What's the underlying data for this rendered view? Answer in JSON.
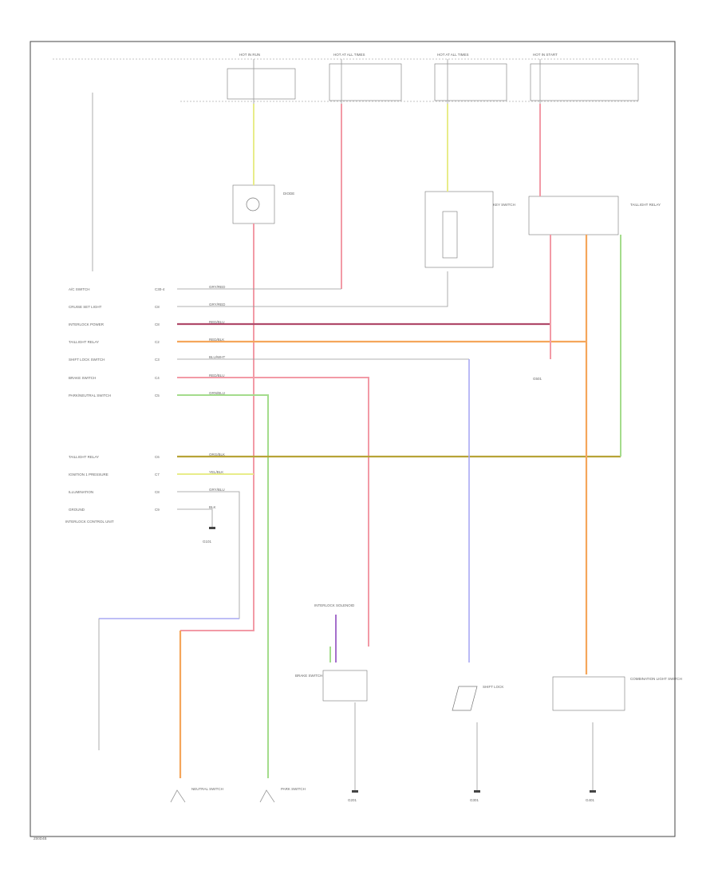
{
  "diagram": {
    "page_code": "Z00D4B",
    "fuse_labels": {
      "hot_in_run": "HOT IN RUN",
      "hot_at_all_times_1": "HOT AT ALL TIMES",
      "hot_at_all_times_2": "HOT AT ALL TIMES",
      "hot_in_start": "HOT IN START"
    },
    "left_pins": [
      {
        "name": "A/C SWITCH",
        "pin": "C30-4",
        "wire": "GRY/RED"
      },
      {
        "name": "CRUISE SET LIGHT",
        "pin": "C8",
        "wire": "GRY/RED"
      },
      {
        "name": "INTERLOCK POWER",
        "pin": "C8",
        "wire": "RED/BLU"
      },
      {
        "name": "TAILLIGHT RELAY",
        "pin": "C2",
        "wire": "RED/BLK"
      },
      {
        "name": "SHIFT LOCK SWITCH",
        "pin": "C3",
        "wire": "BLU/WHT"
      },
      {
        "name": "BRAKE SWITCH",
        "pin": "C4",
        "wire": "RED/BLU"
      },
      {
        "name": "PARK/NEUTRAL SWITCH",
        "pin": "C5",
        "wire": "GRN/BLU"
      },
      {
        "name": "TAILLIGHT RELAY",
        "pin": "C6",
        "wire": "ORG/BLK"
      },
      {
        "name": "IGNITION 1 PRESSURE",
        "pin": "C7",
        "wire": "YEL/BLK"
      },
      {
        "name": "ILLUMINATION",
        "pin": "C8",
        "wire": "GRY/BLU"
      },
      {
        "name": "GROUND",
        "pin": "C9",
        "wire": "BLK"
      }
    ],
    "components": {
      "control_unit": "INTERLOCK CONTROL UNIT",
      "diode": "DIODE",
      "interlock_solenoid": "INTERLOCK SOLENOID",
      "park_switch": "PARK SWITCH",
      "shift_lock": "SHIFT LOCK",
      "neutral_switch": "NEUTRAL SWITCH",
      "brake_switch": "BRAKE SWITCH",
      "key_switch": "KEY SWITCH",
      "taillight_relay": "TAILLIGHT RELAY",
      "combination_switch": "COMBINATION LIGHT SWITCH",
      "ground_1": "G101",
      "ground_2": "G201",
      "ground_3": "G301",
      "ground_4": "G401",
      "ground_5": "G501"
    }
  }
}
